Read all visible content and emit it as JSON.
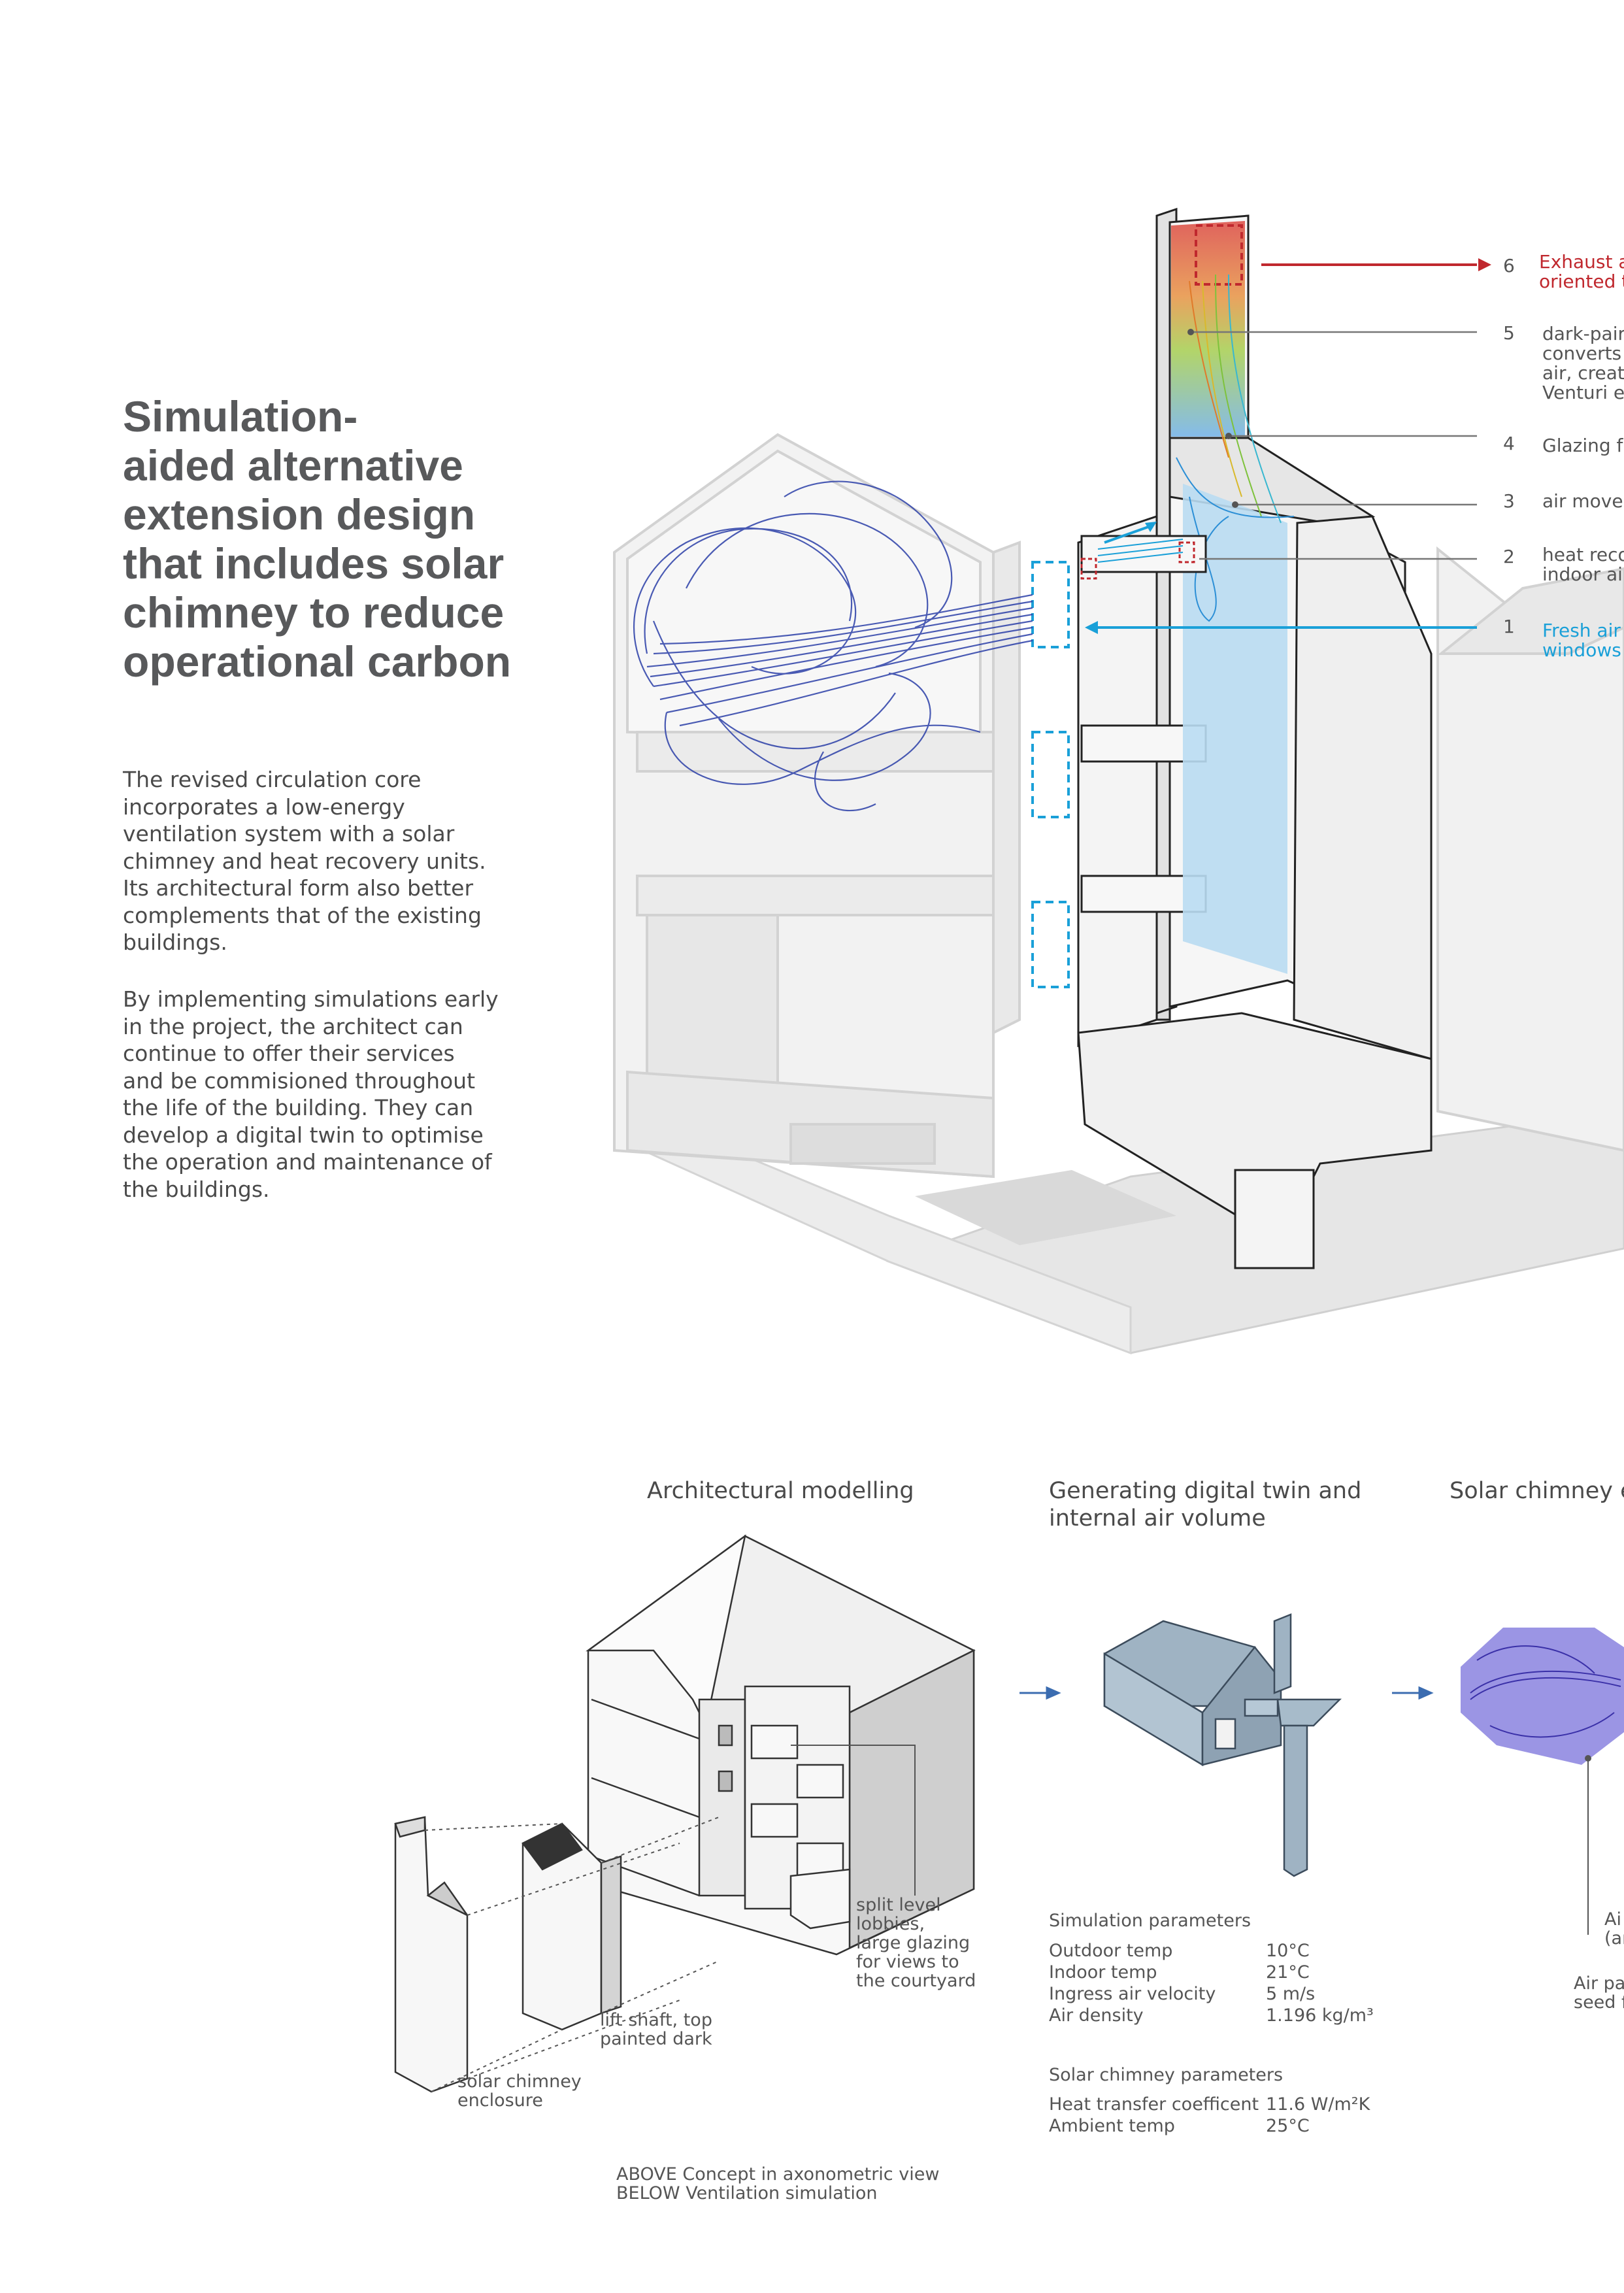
{
  "heading": {
    "lines": [
      "Simulation-",
      "aided alternative",
      "extension design",
      "that includes solar",
      "chimney to reduce",
      "operational carbon"
    ]
  },
  "body_text": {
    "p1": [
      "The revised circulation core",
      "incorporates a low-energy",
      "ventilation system with a solar",
      "chimney and heat recovery units.",
      "Its architectural form also better",
      "complements that of the existing",
      "buildings."
    ],
    "p2": [
      "By implementing simulations early",
      "in the project, the architect can",
      "continue to offer their services",
      "and be commisioned throughout",
      "the life of the building. They can",
      "develop a digital twin to optimise",
      "the operation and maintenance of",
      "the buildings."
    ]
  },
  "callouts": [
    {
      "num": "6",
      "lines": [
        "Exhaust ai",
        "oriented t"
      ]
    },
    {
      "num": "5",
      "lines": [
        "dark-pair",
        "converts",
        "air, creati",
        "Venturi ef"
      ]
    },
    {
      "num": "4",
      "lines": [
        "Glazing fa"
      ]
    },
    {
      "num": "3",
      "lines": [
        "air mover"
      ]
    },
    {
      "num": "2",
      "lines": [
        "heat reco",
        "indoor air"
      ]
    },
    {
      "num": "1",
      "lines": [
        "Fresh air i",
        "windows"
      ]
    }
  ],
  "steps": {
    "s1": [
      "Architectural modelling"
    ],
    "s2": [
      "Generating digital twin and",
      "internal air volume"
    ],
    "s3": [
      "Solar chimney ef"
    ]
  },
  "model_labels": {
    "split": [
      "split level",
      "lobbies,",
      "large glazing",
      "for views to",
      "the courtyard"
    ],
    "lift": [
      "lift shaft, top",
      "painted dark"
    ],
    "chimney": [
      "solar chimney",
      "enclosure"
    ]
  },
  "sim_params": {
    "title": "Simulation parameters",
    "rows": [
      {
        "k": "Outdoor temp",
        "v": "10°C"
      },
      {
        "k": "Indoor temp",
        "v": "21°C"
      },
      {
        "k": "Ingress air velocity",
        "v": "5 m/s"
      },
      {
        "k": "Air density",
        "v": "1.196 kg/m³"
      }
    ]
  },
  "chimney_params": {
    "title": "Solar chimney parameters",
    "rows": [
      {
        "k": "Heat transfer coefficent",
        "v": "11.6 W/m²K"
      },
      {
        "k": "Ambient temp",
        "v": "25°C"
      }
    ]
  },
  "right_partial": {
    "a": [
      "Ai",
      "(ar"
    ],
    "b": [
      "Air pa",
      "seed f"
    ]
  },
  "caption": {
    "above": "ABOVE Concept in axonometric view",
    "below": "BELOW Ventilation simulation"
  },
  "colors": {
    "exhaust": "#c0282e",
    "fresh": "#1aa0d8",
    "streamline": "#2b3fa8",
    "glazing": "#b9dcf2"
  }
}
